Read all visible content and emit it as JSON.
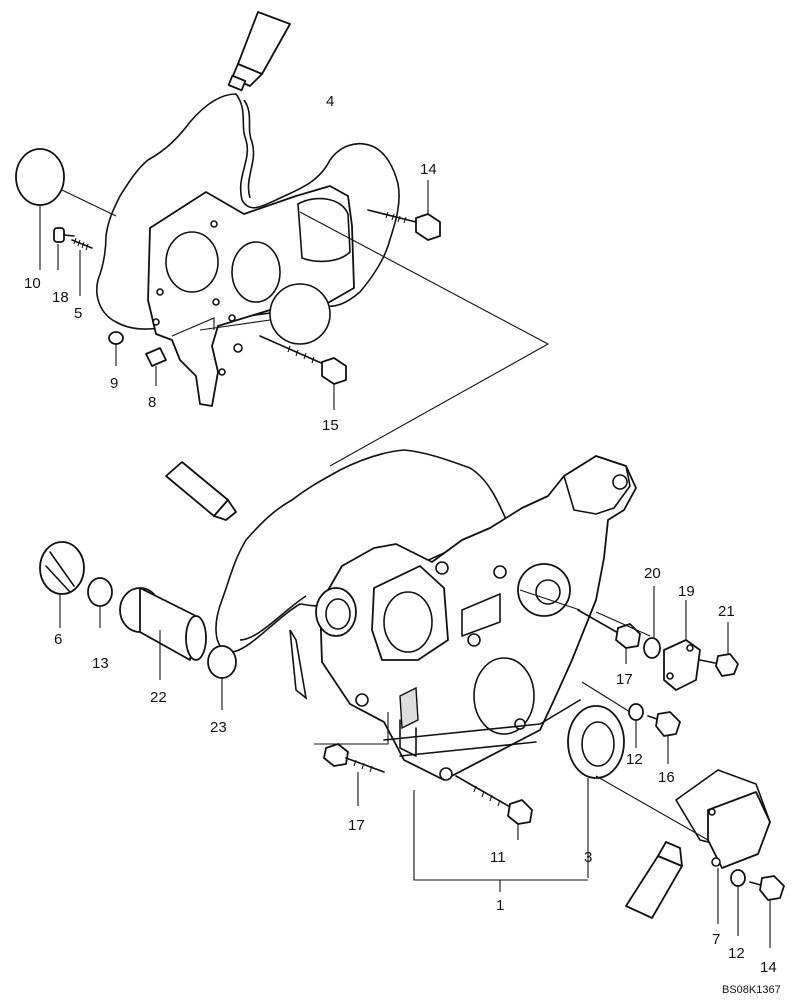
{
  "callouts": [
    {
      "id": "c4",
      "text": "4"
    },
    {
      "id": "c14a",
      "text": "14"
    },
    {
      "id": "c10",
      "text": "10"
    },
    {
      "id": "c18",
      "text": "18"
    },
    {
      "id": "c5",
      "text": "5"
    },
    {
      "id": "c9",
      "text": "9"
    },
    {
      "id": "c8",
      "text": "8"
    },
    {
      "id": "c15",
      "text": "15"
    },
    {
      "id": "c6",
      "text": "6"
    },
    {
      "id": "c13",
      "text": "13"
    },
    {
      "id": "c22",
      "text": "22"
    },
    {
      "id": "c23",
      "text": "23"
    },
    {
      "id": "c20",
      "text": "20"
    },
    {
      "id": "c19",
      "text": "19"
    },
    {
      "id": "c21",
      "text": "21"
    },
    {
      "id": "c17a",
      "text": "17"
    },
    {
      "id": "c12a",
      "text": "12"
    },
    {
      "id": "c16",
      "text": "16"
    },
    {
      "id": "c17b",
      "text": "17"
    },
    {
      "id": "c11",
      "text": "11"
    },
    {
      "id": "c3",
      "text": "3"
    },
    {
      "id": "c1",
      "text": "1"
    },
    {
      "id": "c7",
      "text": "7"
    },
    {
      "id": "c12b",
      "text": "12"
    },
    {
      "id": "c14b",
      "text": "14"
    }
  ],
  "drawing_code": "BS08K1367"
}
